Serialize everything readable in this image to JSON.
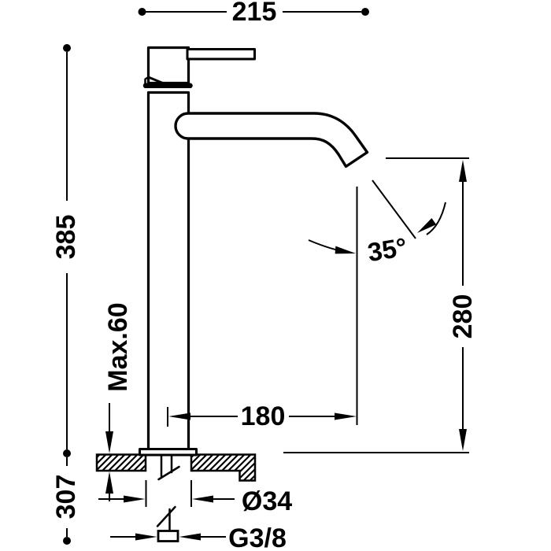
{
  "drawing": {
    "type": "technical-dimension-drawing",
    "subject": "tall single-lever basin mixer tap, side elevation with installation dimensions",
    "colors": {
      "line": "#000000",
      "background": "#ffffff"
    }
  },
  "dimensions": {
    "overall_width": "215",
    "overall_height": "385",
    "max_deck_thickness": "Max.60",
    "below_deck_height": "307",
    "spout_angle": "35°",
    "outlet_height": "280",
    "spout_reach": "180",
    "hole_diameter": "Ø34",
    "thread_size": "G3/8"
  }
}
